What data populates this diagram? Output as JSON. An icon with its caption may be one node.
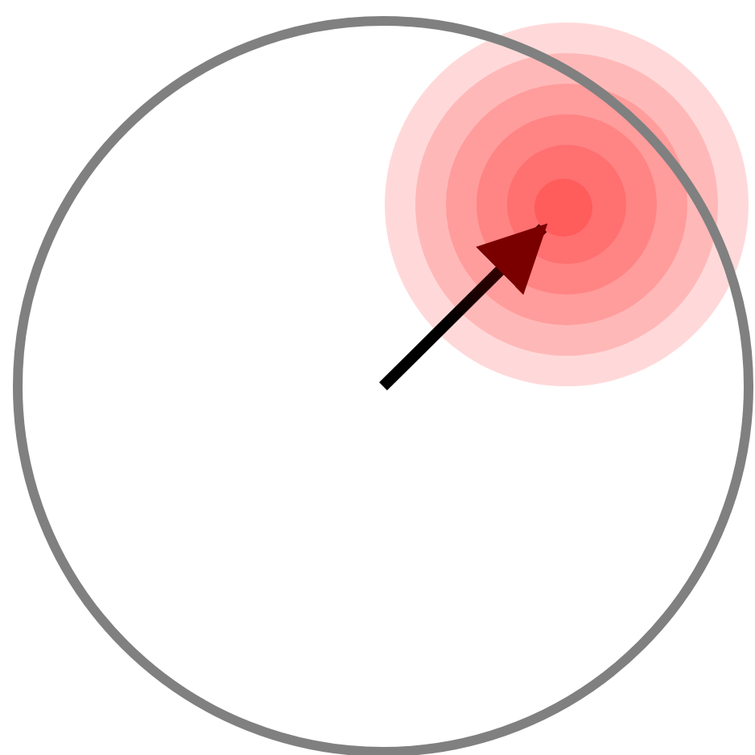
{
  "diagram": {
    "nodes": [
      {
        "text": [],
        "shape": "circle"
      },
      {
        "text": [],
        "shape": "circle",
        "in": 0
      }
    ],
    "edges": [
      {
        "from": null,
        "to": 1,
        "arrow": "to"
      }
    ]
  }
}
